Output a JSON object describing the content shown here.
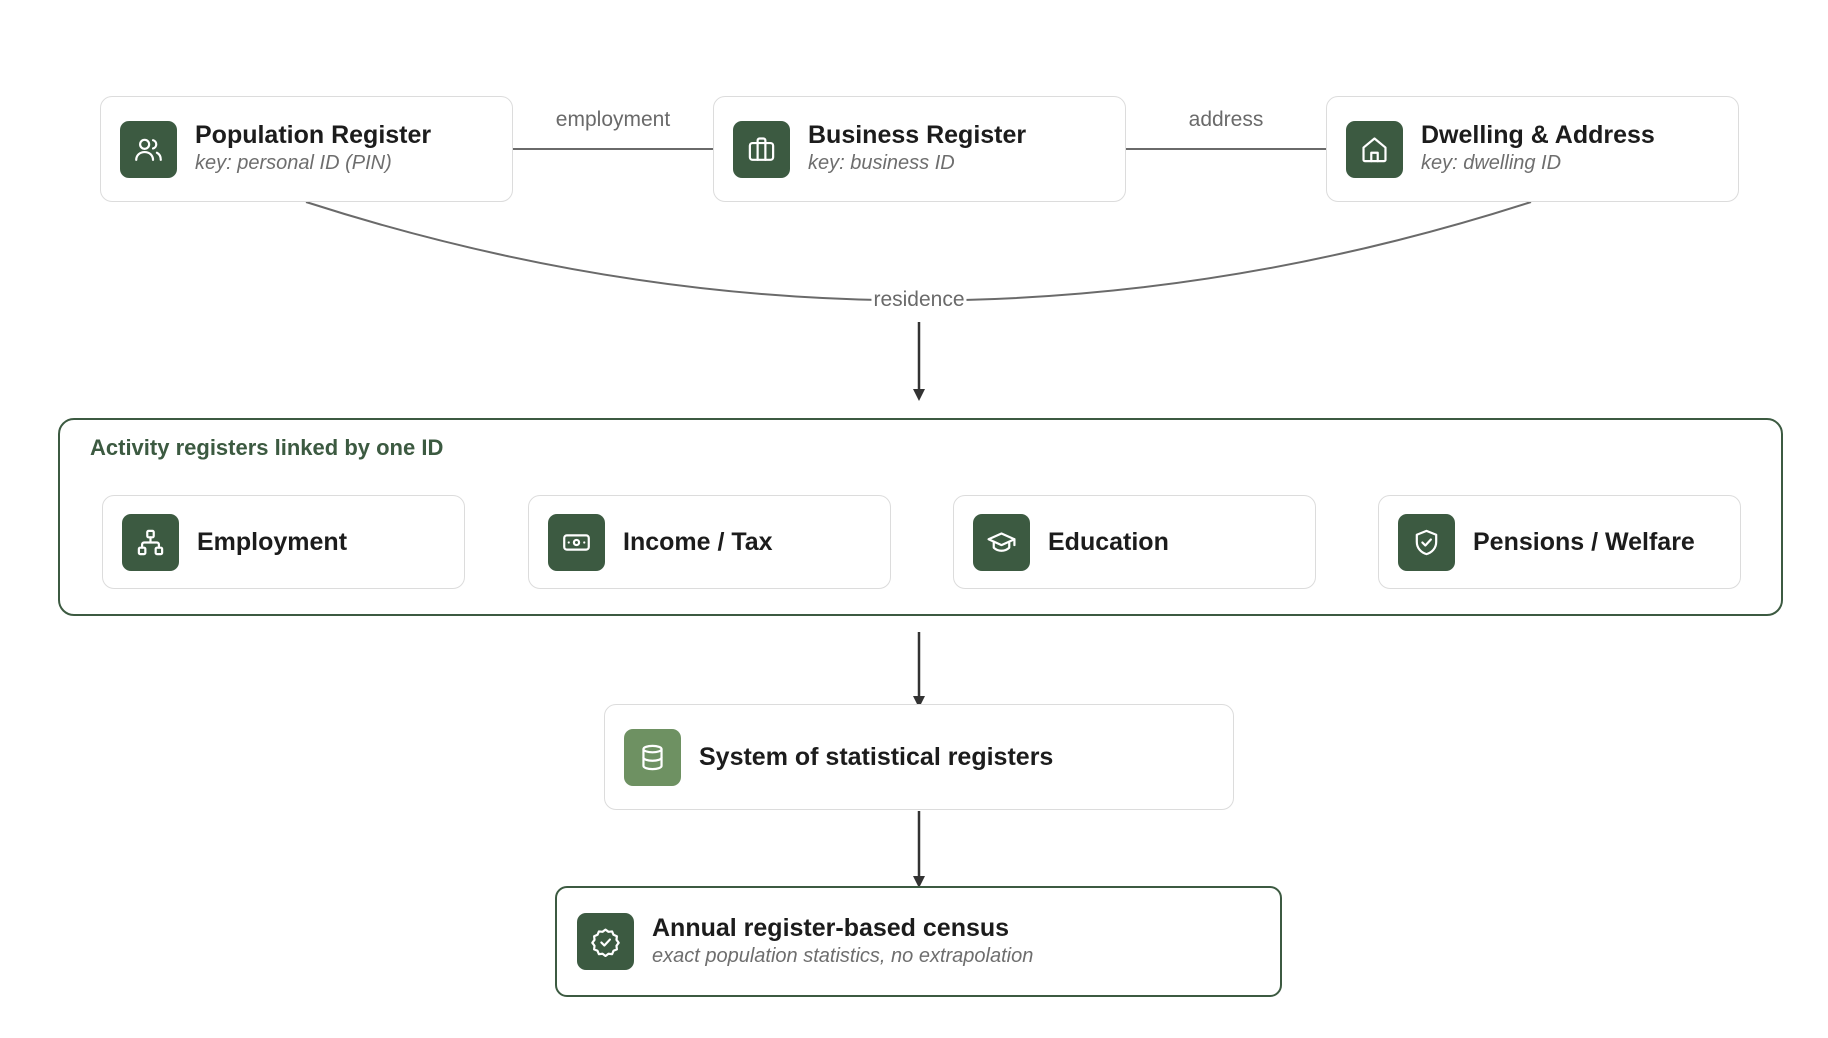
{
  "top_registers": [
    {
      "title": "Population Register",
      "subtitle": "key: personal ID (PIN)",
      "icon": "users-icon"
    },
    {
      "title": "Business Register",
      "subtitle": "key: business ID",
      "icon": "briefcase-icon"
    },
    {
      "title": "Dwelling & Address",
      "subtitle": "key: dwelling ID",
      "icon": "house-icon"
    }
  ],
  "edges": {
    "employment": "employment",
    "address": "address",
    "residence": "residence"
  },
  "activity_group": {
    "title": "Activity registers linked by one ID",
    "items": [
      {
        "title": "Employment",
        "icon": "org-chart-icon"
      },
      {
        "title": "Income / Tax",
        "icon": "banknote-icon"
      },
      {
        "title": "Education",
        "icon": "graduation-cap-icon"
      },
      {
        "title": "Pensions / Welfare",
        "icon": "shield-check-icon"
      }
    ]
  },
  "statistical_system": {
    "title": "System of statistical registers",
    "icon": "database-icon"
  },
  "census": {
    "title": "Annual register-based census",
    "subtitle": "exact population statistics, no extrapolation",
    "icon": "badge-check-icon"
  },
  "colors": {
    "accent": "#3c5a41",
    "accent_light": "#6e9162",
    "border": "#dcdcdc",
    "connector": "#6a6a6a",
    "arrow": "#333333"
  }
}
